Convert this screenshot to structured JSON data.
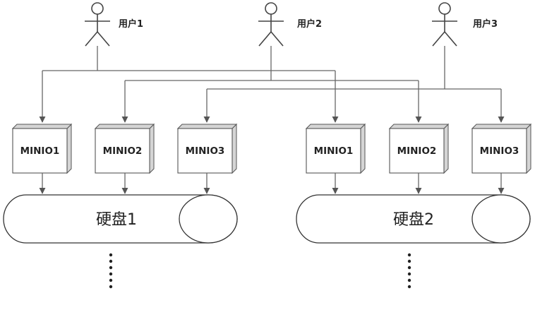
{
  "users": [
    {
      "label": "用户1"
    },
    {
      "label": "用户2"
    },
    {
      "label": "用户3"
    }
  ],
  "servers": [
    {
      "label": "MINIO1"
    },
    {
      "label": "MINIO2"
    },
    {
      "label": "MINIO3"
    },
    {
      "label": "MINIO1"
    },
    {
      "label": "MINIO2"
    },
    {
      "label": "MINIO3"
    }
  ],
  "disks": [
    {
      "label": "硬盘1"
    },
    {
      "label": "硬盘2"
    }
  ],
  "colors": {
    "line": "#666666",
    "box_side": "#d5d5d5",
    "stroke": "#333333"
  }
}
